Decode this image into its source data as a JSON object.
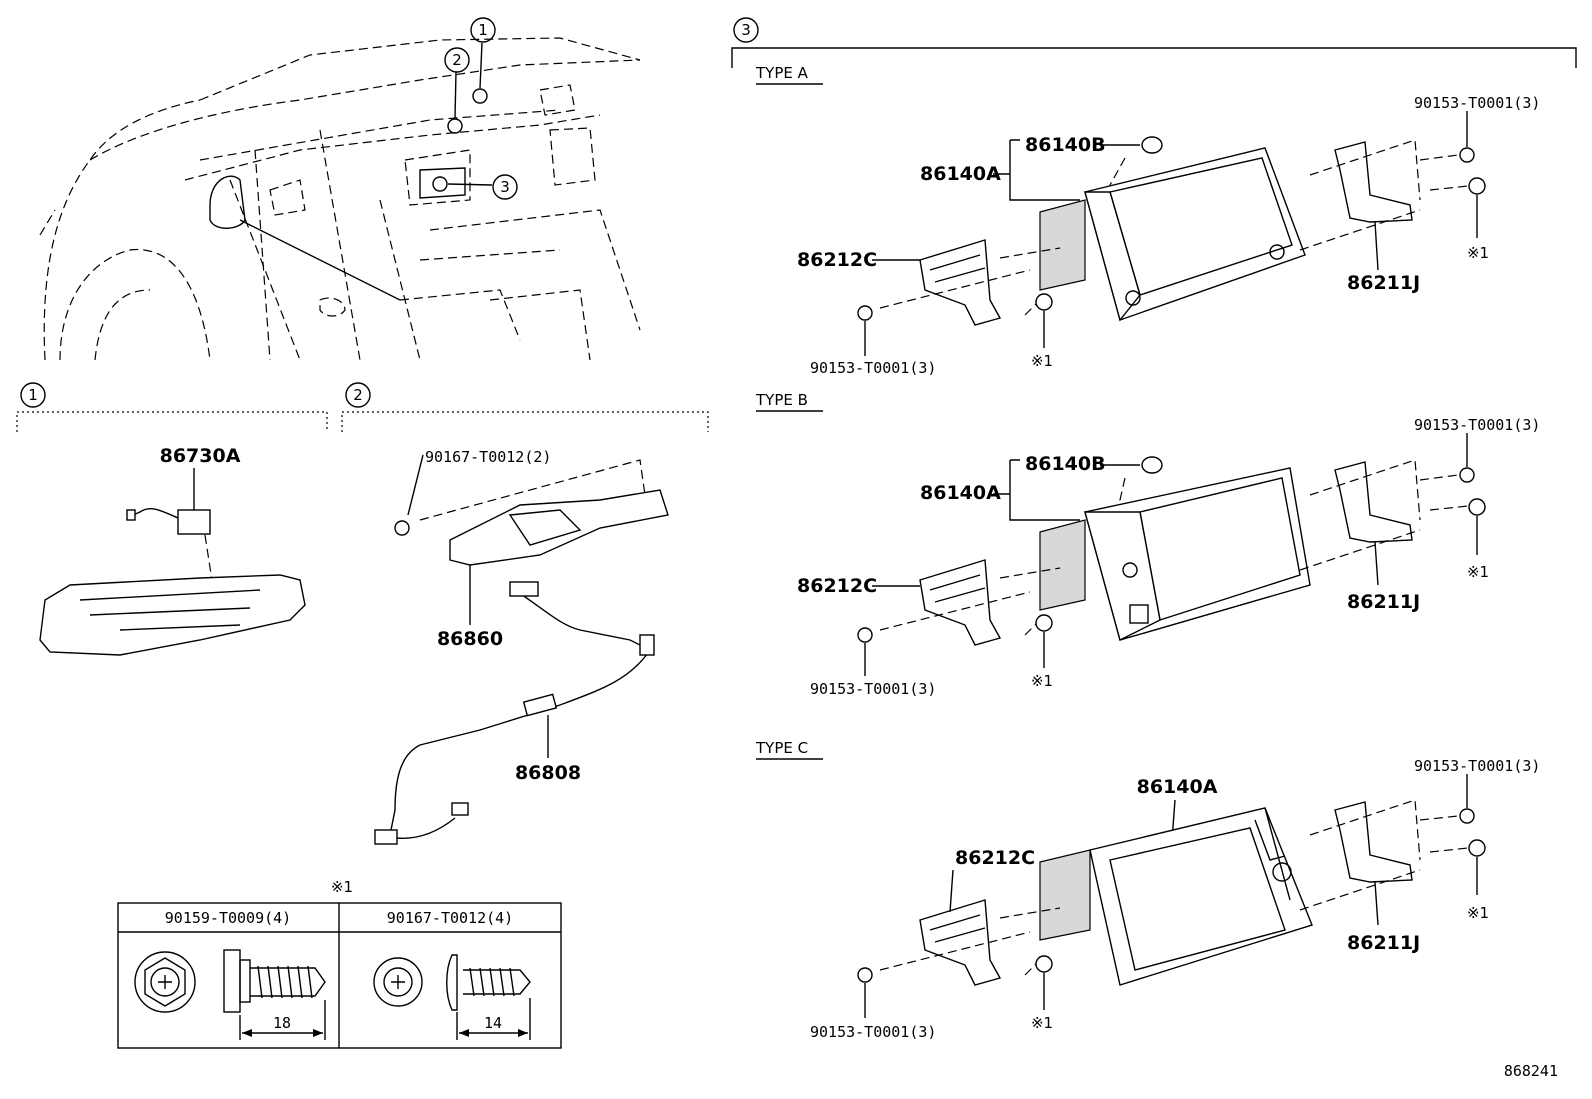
{
  "callouts": {
    "c1": "1",
    "c2": "2",
    "c3": "3"
  },
  "section1": {
    "part_86730A": "86730A"
  },
  "section2": {
    "bolt": "90167-T0012(2)",
    "part_86860": "86860",
    "part_86808": "86808"
  },
  "section3": {
    "type_a": {
      "title": "TYPE A",
      "p86140B": "86140B",
      "p86140A": "86140A",
      "p86212C": "86212C",
      "p86211J": "86211J",
      "bolt_top": "90153-T0001(3)",
      "bolt_bottom": "90153-T0001(3)",
      "note_r": "※1",
      "note_b": "※1"
    },
    "type_b": {
      "title": "TYPE B",
      "p86140B": "86140B",
      "p86140A": "86140A",
      "p86212C": "86212C",
      "p86211J": "86211J",
      "bolt_top": "90153-T0001(3)",
      "bolt_bottom": "90153-T0001(3)",
      "note_r": "※1",
      "note_b": "※1"
    },
    "type_c": {
      "title": "TYPE C",
      "p86140A": "86140A",
      "p86212C": "86212C",
      "p86211J": "86211J",
      "bolt_top": "90153-T0001(3)",
      "bolt_bottom": "90153-T0001(3)",
      "note_r": "※1",
      "note_b": "※1"
    }
  },
  "fastener_table": {
    "mark": "※1",
    "col1": {
      "header": "90159-T0009(4)",
      "length": "18"
    },
    "col2": {
      "header": "90167-T0012(4)",
      "length": "14"
    }
  },
  "diagram_id": "868241"
}
